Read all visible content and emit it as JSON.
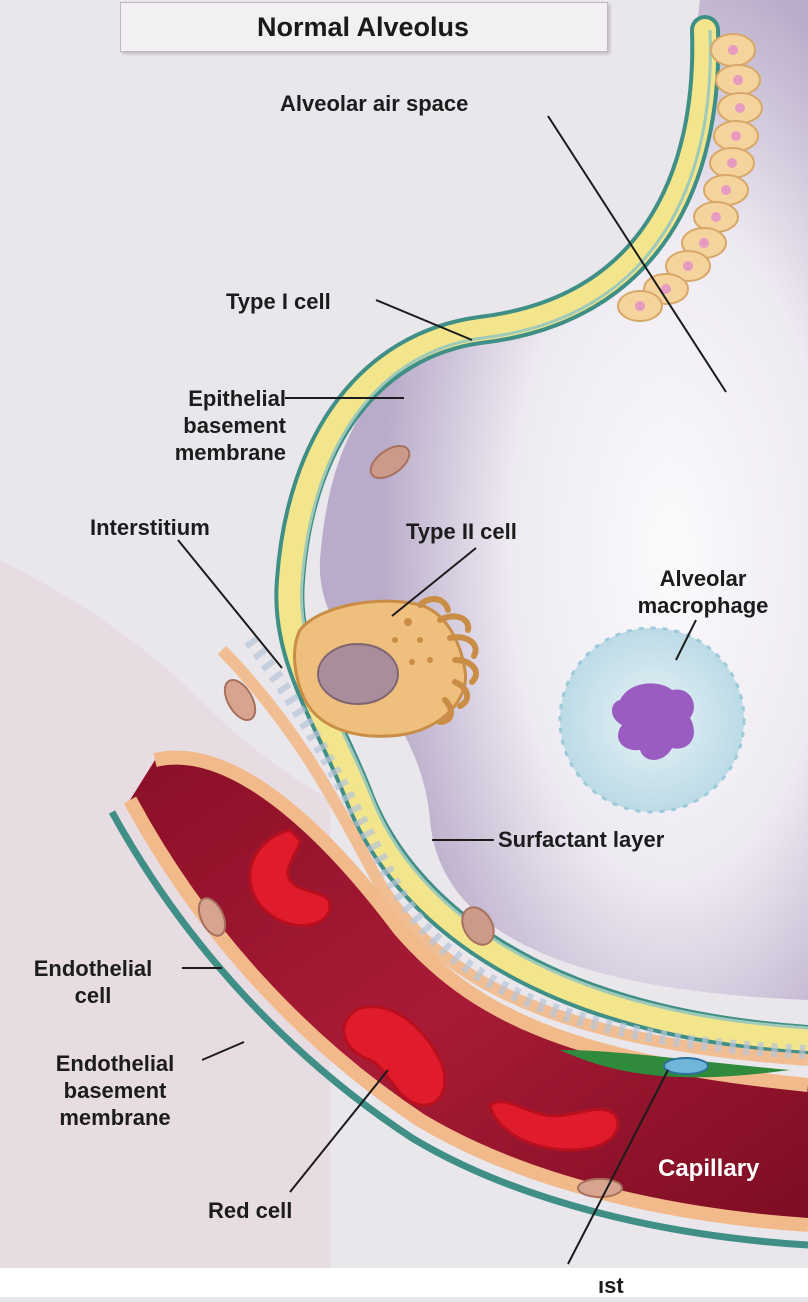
{
  "title": "Normal Alveolus",
  "labels": {
    "alveolar_air_space": "Alveolar air space",
    "type_i_cell": "Type I cell",
    "epithelial_bm": [
      "Epithelial",
      "basement",
      "membrane"
    ],
    "interstitium": "Interstitium",
    "type_ii_cell": "Type II cell",
    "alveolar_macrophage": [
      "Alveolar",
      "macrophage"
    ],
    "surfactant_layer": "Surfactant layer",
    "endothelial_cell": [
      "Endothelial",
      "cell"
    ],
    "endothelial_bm": [
      "Endothelial",
      "basement",
      "membrane"
    ],
    "capillary": "Capillary",
    "red_cell": "Red cell",
    "fibroblast_partial": "ıst"
  },
  "colors": {
    "background": "#e9e6ec",
    "alveolus_space": "#f7f5f9",
    "type_i_cell_yellow": "#f3e58c",
    "basement_membrane_teal": "#3f8f86",
    "capillary_red": "#9b1631",
    "red_blood_cell": "#e01b2b",
    "type_ii_cell_tan": "#efbf7e",
    "macrophage_purple": "#9a5cc0",
    "fibroblast_green": "#2f8a3c"
  }
}
